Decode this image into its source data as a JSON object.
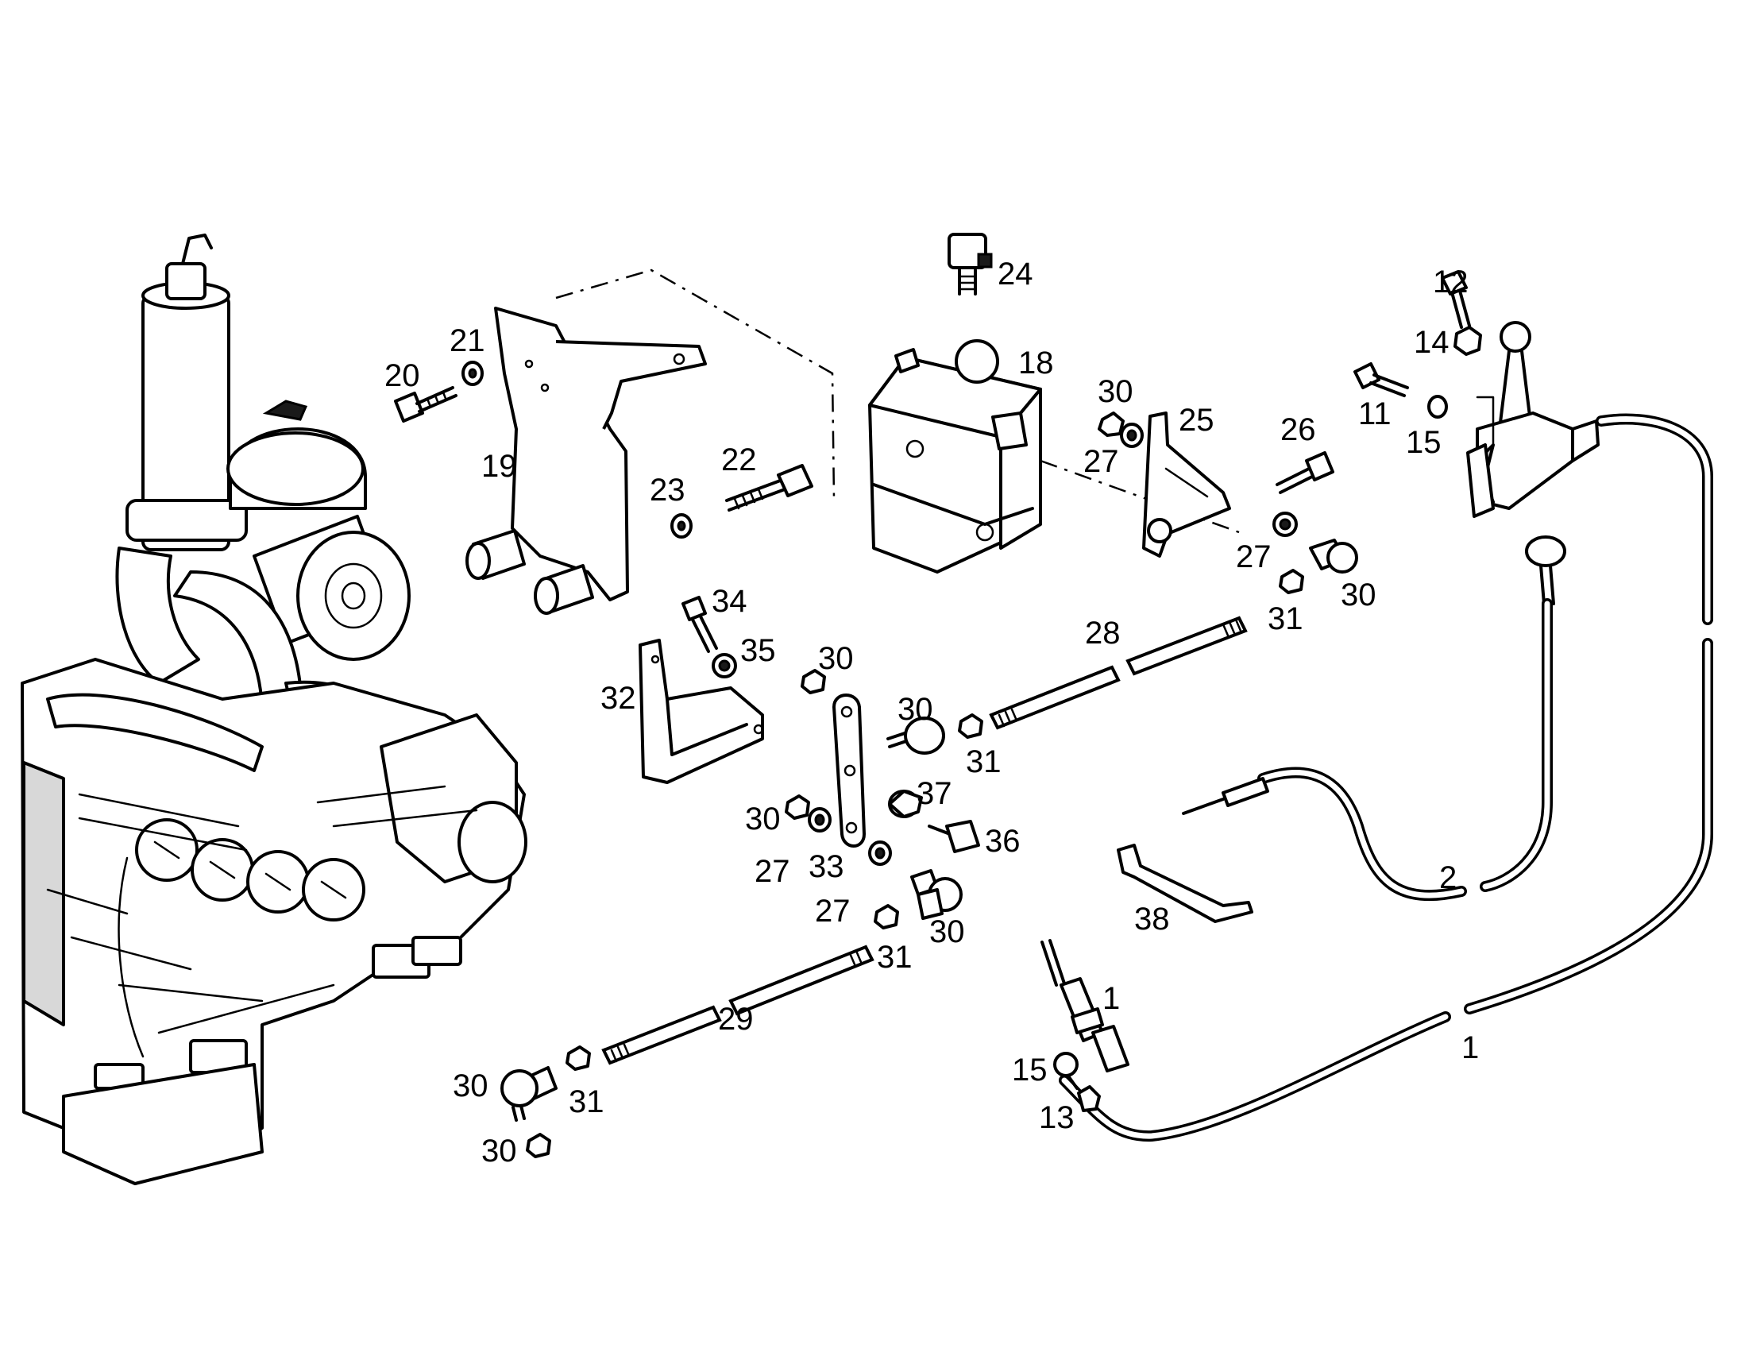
{
  "diagram": {
    "callouts": [
      {
        "id": "c24",
        "text": "24"
      },
      {
        "id": "c18",
        "text": "18"
      },
      {
        "id": "c21",
        "text": "21"
      },
      {
        "id": "c20",
        "text": "20"
      },
      {
        "id": "c19",
        "text": "19"
      },
      {
        "id": "c22",
        "text": "22"
      },
      {
        "id": "c23",
        "text": "23"
      },
      {
        "id": "c30a",
        "text": "30"
      },
      {
        "id": "c25",
        "text": "25"
      },
      {
        "id": "c27a",
        "text": "27"
      },
      {
        "id": "c26",
        "text": "26"
      },
      {
        "id": "c27b",
        "text": "27"
      },
      {
        "id": "c30b",
        "text": "30"
      },
      {
        "id": "c31a",
        "text": "31"
      },
      {
        "id": "c12",
        "text": "12"
      },
      {
        "id": "c14",
        "text": "14"
      },
      {
        "id": "c11",
        "text": "11"
      },
      {
        "id": "c15a",
        "text": "15"
      },
      {
        "id": "c34",
        "text": "34"
      },
      {
        "id": "c35",
        "text": "35"
      },
      {
        "id": "c30c",
        "text": "30"
      },
      {
        "id": "c32",
        "text": "32"
      },
      {
        "id": "c28",
        "text": "28"
      },
      {
        "id": "c30d",
        "text": "30"
      },
      {
        "id": "c31b",
        "text": "31"
      },
      {
        "id": "c37",
        "text": "37"
      },
      {
        "id": "c30e",
        "text": "30"
      },
      {
        "id": "c36",
        "text": "36"
      },
      {
        "id": "c27c",
        "text": "27"
      },
      {
        "id": "c33",
        "text": "33"
      },
      {
        "id": "c27d",
        "text": "27"
      },
      {
        "id": "c30f",
        "text": "30"
      },
      {
        "id": "c31c",
        "text": "31"
      },
      {
        "id": "c2",
        "text": "2"
      },
      {
        "id": "c38",
        "text": "38"
      },
      {
        "id": "c29",
        "text": "29"
      },
      {
        "id": "c1a",
        "text": "1"
      },
      {
        "id": "c1b",
        "text": "1"
      },
      {
        "id": "c15b",
        "text": "15"
      },
      {
        "id": "c13",
        "text": "13"
      },
      {
        "id": "c30g",
        "text": "30"
      },
      {
        "id": "c31d",
        "text": "31"
      },
      {
        "id": "c30h",
        "text": "30"
      }
    ]
  }
}
